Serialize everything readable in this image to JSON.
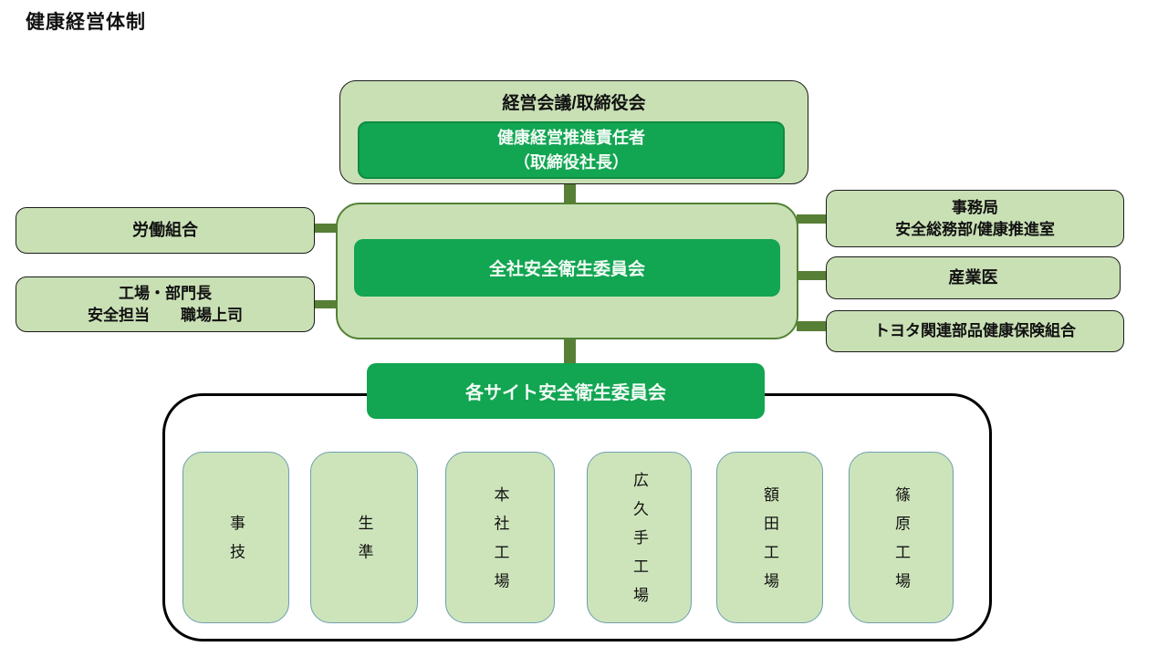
{
  "title": "健康経営体制",
  "colors": {
    "bright_green": "#12a552",
    "light_green": "#c9e0b5",
    "olive_connector": "#587f36",
    "olive_border": "#538135",
    "site_border": "#6e9fad",
    "container_border": "#000000"
  },
  "top_group": {
    "label": "経営会議/取締役会",
    "leader_line1": "健康経営推進責任者",
    "leader_line2": "（取締役社長）"
  },
  "center_group": {
    "label": "全社安全衛生委員会"
  },
  "left_boxes": [
    {
      "lines": [
        "労働組合"
      ]
    },
    {
      "lines": [
        "工場・部門長",
        "安全担当　　職場上司"
      ]
    }
  ],
  "right_boxes": [
    {
      "lines": [
        "事務局",
        "安全総務部/健康推進室"
      ]
    },
    {
      "lines": [
        "産業医"
      ]
    },
    {
      "lines": [
        "トヨタ関連部品健康保険組合"
      ]
    }
  ],
  "site_committee": {
    "label": "各サイト安全衛生委員会"
  },
  "sites": [
    "事技",
    "生準",
    "本社工場",
    "広久手工場",
    "額田工場",
    "篠原工場"
  ]
}
